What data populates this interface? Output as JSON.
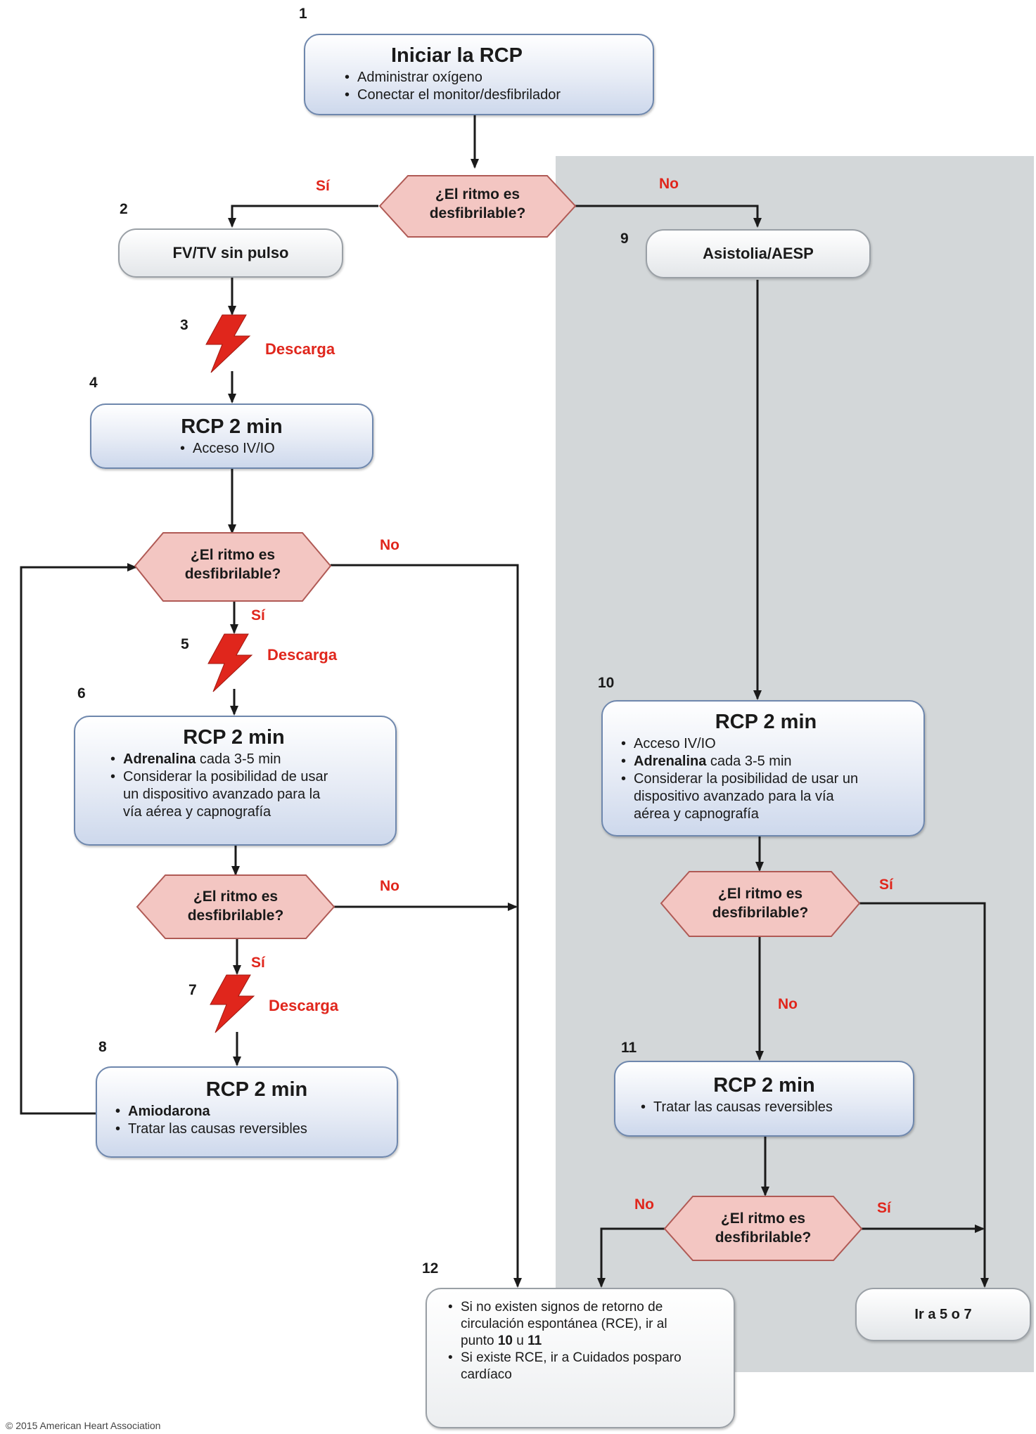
{
  "steps": {
    "s1": {
      "num": "1",
      "title": "Iniciar la RCP",
      "items": [
        "Administrar oxígeno",
        "Conectar el monitor/desfibrilador"
      ]
    },
    "s2": {
      "num": "2",
      "label": "FV/TV sin pulso"
    },
    "s3": {
      "num": "3",
      "shock": "Descarga"
    },
    "s4": {
      "num": "4",
      "title": "RCP 2 min",
      "items": [
        "Acceso IV/IO"
      ]
    },
    "s5": {
      "num": "5",
      "shock": "Descarga"
    },
    "s6": {
      "num": "6",
      "title": "RCP 2 min",
      "item1_bold": "Adrenalina",
      "item1_rest": " cada 3-5 min",
      "item2": "Considerar la posibilidad de usar un dispositivo avanzado para la vía aérea y capnografía"
    },
    "s7": {
      "num": "7",
      "shock": "Descarga"
    },
    "s8": {
      "num": "8",
      "title": "RCP 2 min",
      "item1": "Amiodarona",
      "item2": "Tratar las causas reversibles"
    },
    "s9": {
      "num": "9",
      "label": "Asistolia/AESP"
    },
    "s10": {
      "num": "10",
      "title": "RCP 2 min",
      "item1": "Acceso IV/IO",
      "item2_bold": "Adrenalina",
      "item2_rest": " cada 3-5 min",
      "item3": "Considerar la posibilidad de usar un dispositivo avanzado para la vía aérea y capnografía"
    },
    "s11": {
      "num": "11",
      "title": "RCP 2 min",
      "items": [
        "Tratar las causas reversibles"
      ]
    },
    "s12": {
      "num": "12",
      "item1_a": "Si no existen signos de retorno de circulación espontánea (RCE), ir al punto ",
      "item1_b": "10",
      "item1_c": " u ",
      "item1_d": "11",
      "item2": "Si existe RCE, ir a Cuidados posparo cardíaco"
    },
    "goto": {
      "label": "Ir a 5 o 7"
    }
  },
  "decision": {
    "line1": "¿El ritmo es",
    "line2": "desfibrilable?"
  },
  "answers": {
    "yes": "Sí",
    "no": "No"
  },
  "footer": {
    "copyright": "© 2015 American Heart Association"
  },
  "colors": {
    "red": "#e0261c",
    "box_border": "#6e87ad",
    "decision_fill": "#f3c6c2",
    "panel": "#d3d7d9"
  }
}
